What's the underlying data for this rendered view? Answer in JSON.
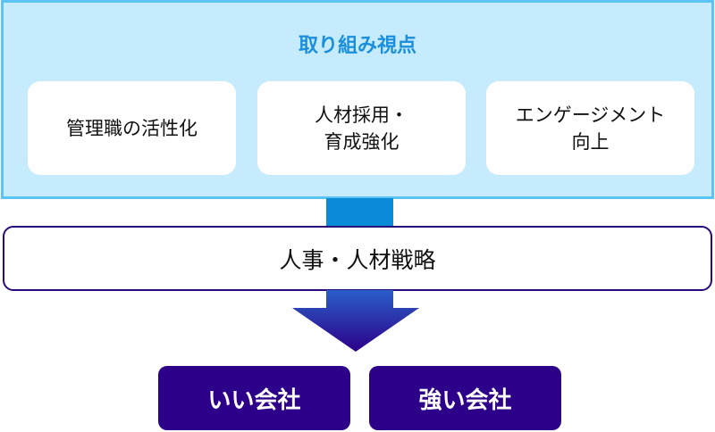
{
  "focus": {
    "title": "取り組み視点",
    "cards": [
      {
        "label": "管理職の活性化"
      },
      {
        "line1": "人材採用・",
        "line2": "育成強化"
      },
      {
        "line1": "エンゲージメント",
        "line2": "向上"
      }
    ]
  },
  "strategy": {
    "label": "人事・人材戦略"
  },
  "results": [
    {
      "label": "いい会社"
    },
    {
      "label": "強い会社"
    }
  ],
  "colors": {
    "panel": "#c5ebfd",
    "panel_border": "#5cc3f5",
    "title": "#1b8fdb",
    "result": "#2c0088"
  }
}
